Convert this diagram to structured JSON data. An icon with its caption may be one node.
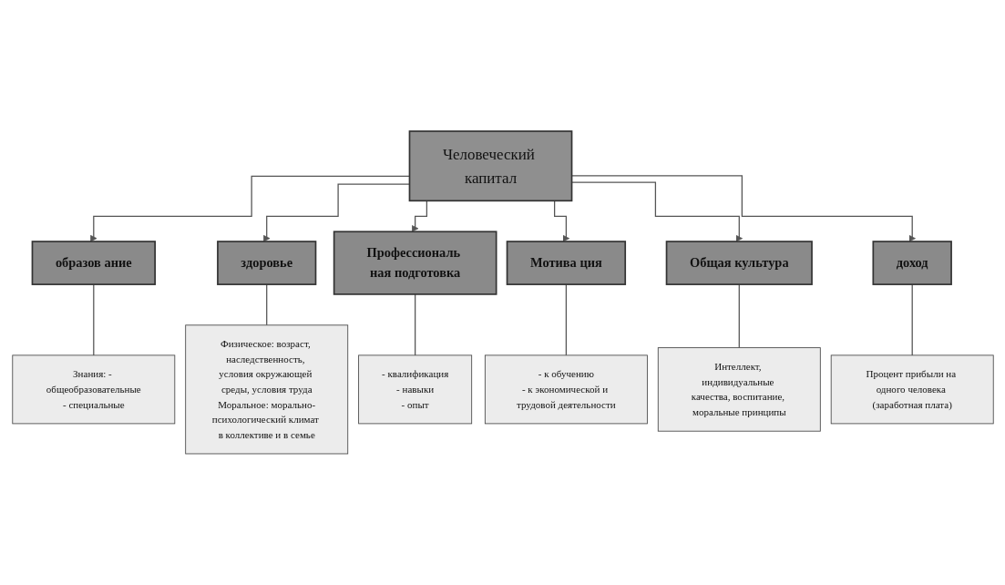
{
  "diagram": {
    "nodes": [
      {
        "text": [
          "Человеческий капитал"
        ]
      },
      {
        "text": [
          "образов ание"
        ]
      },
      {
        "text": [
          "здоровье"
        ]
      },
      {
        "text": [
          "Профессиональ ная подготовка"
        ]
      },
      {
        "text": [
          "Мотива ция"
        ]
      },
      {
        "text": [
          "Общая культура"
        ]
      },
      {
        "text": [
          "доход"
        ]
      },
      {
        "text": [
          "Знания: - общеобразовательные",
          "- специальные"
        ]
      },
      {
        "text": [
          "Физическое: возраст, наследственность, условия окружающей среды, условия труда",
          "Моральное: морально-психологический климат в коллективе и в семье"
        ]
      },
      {
        "text": [
          "- квалификация",
          "- навыки",
          "- опыт"
        ]
      },
      {
        "text": [
          "- к обучению",
          "- к экономической и трудовой деятельности"
        ]
      },
      {
        "text": [
          "Интеллект, индивидуальные качества, воспитание, моральные принципы"
        ]
      },
      {
        "text": [
          "Процент прибыли на одного человека (заработная плата)"
        ]
      }
    ],
    "edges": [
      {
        "from": 0,
        "to": 1,
        "arrow": "to"
      },
      {
        "from": 0,
        "to": 2,
        "arrow": "to"
      },
      {
        "from": 0,
        "to": 3,
        "arrow": "to"
      },
      {
        "from": 0,
        "to": 4,
        "arrow": "to"
      },
      {
        "from": 0,
        "to": 5,
        "arrow": "to"
      },
      {
        "from": 0,
        "to": 6,
        "arrow": "to"
      },
      {
        "from": 1,
        "to": 7,
        "arrow": "none"
      },
      {
        "from": 2,
        "to": 8,
        "arrow": "none"
      },
      {
        "from": 3,
        "to": 9,
        "arrow": "none"
      },
      {
        "from": 4,
        "to": 10,
        "arrow": "none"
      },
      {
        "from": 5,
        "to": 11,
        "arrow": "none"
      },
      {
        "from": 6,
        "to": 12,
        "arrow": "none"
      }
    ]
  }
}
